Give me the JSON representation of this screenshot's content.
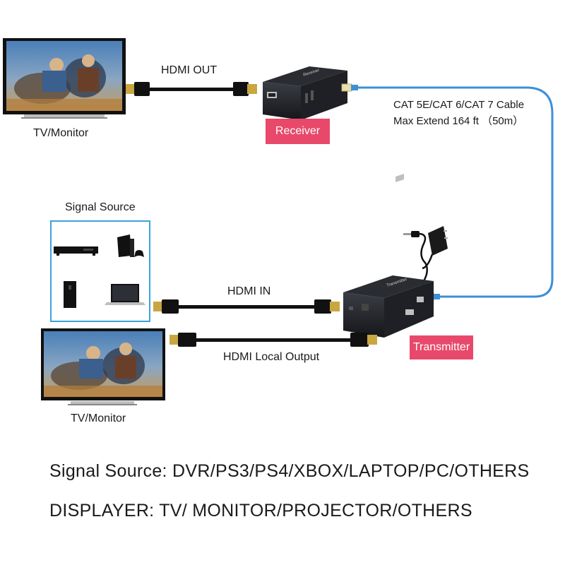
{
  "labels": {
    "tv_monitor_top": "TV/Monitor",
    "hdmi_out": "HDMI OUT",
    "receiver": "Receiver",
    "cable_line1": "CAT 5E/CAT 6/CAT 7 Cable",
    "cable_line2": "Max Extend 164 ft （50m）",
    "signal_source": "Signal Source",
    "hdmi_in": "HDMI IN",
    "hdmi_local_output": "HDMI Local Output",
    "transmitter": "Transmitter",
    "tv_monitor_bottom": "TV/Monitor"
  },
  "footer": {
    "signal_source_line": "Signal Source: DVR/PS3/PS4/XBOX/LAPTOP/PC/OTHERS",
    "displayer_line": "DISPLAYER: TV/ MONITOR/PROJECTOR/OTHERS"
  },
  "device_text": {
    "receiver_logo": "Receiver",
    "transmitter_logo": "Transmitter"
  },
  "colors": {
    "tag_bg": "#e8496a",
    "network_cable": "#3d8fd6",
    "source_box_border": "#3aa3dd",
    "hdmi_cable": "#111111"
  },
  "icons": [
    "tv-monitor-icon",
    "dvr-icon",
    "ps4-console-icon",
    "pc-tower-icon",
    "laptop-icon",
    "power-adapter-icon",
    "rj45-plug-icon",
    "hdmi-plug-icon"
  ]
}
